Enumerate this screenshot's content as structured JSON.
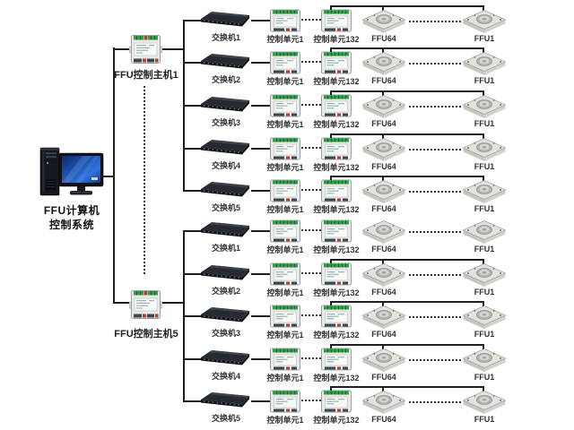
{
  "computer": {
    "icon": "desktop-computer-icon",
    "label_line1": "FFU计算机",
    "label_line2": "控制系统"
  },
  "groups": [
    {
      "host_label": "FFU控制主机1",
      "rows": [
        {
          "switch_label": "交换机1",
          "unit_first_label": "控制单元1",
          "unit_last_label": "控制单元132",
          "ffu_first_label": "FFU64",
          "ffu_last_label": "FFU1"
        },
        {
          "switch_label": "交换机2",
          "unit_first_label": "控制单元1",
          "unit_last_label": "控制单元132",
          "ffu_first_label": "FFU64",
          "ffu_last_label": "FFU1"
        },
        {
          "switch_label": "交换机3",
          "unit_first_label": "控制单元1",
          "unit_last_label": "控制单元132",
          "ffu_first_label": "FFU64",
          "ffu_last_label": "FFU1"
        },
        {
          "switch_label": "交换机4",
          "unit_first_label": "控制单元1",
          "unit_last_label": "控制单元132",
          "ffu_first_label": "FFU64",
          "ffu_last_label": "FFU1"
        },
        {
          "switch_label": "交换机5",
          "unit_first_label": "控制单元1",
          "unit_last_label": "控制单元132",
          "ffu_first_label": "FFU64",
          "ffu_last_label": "FFU1"
        }
      ]
    },
    {
      "host_label": "FFU控制主机5",
      "rows": [
        {
          "switch_label": "交换机1",
          "unit_first_label": "控制单元1",
          "unit_last_label": "控制单元132",
          "ffu_first_label": "FFU64",
          "ffu_last_label": "FFU1"
        },
        {
          "switch_label": "交换机2",
          "unit_first_label": "控制单元1",
          "unit_last_label": "控制单元132",
          "ffu_first_label": "FFU64",
          "ffu_last_label": "FFU1"
        },
        {
          "switch_label": "交换机3",
          "unit_first_label": "控制单元1",
          "unit_last_label": "控制单元132",
          "ffu_first_label": "FFU64",
          "ffu_last_label": "FFU1"
        },
        {
          "switch_label": "交换机4",
          "unit_first_label": "控制单元1",
          "unit_last_label": "控制单元132",
          "ffu_first_label": "FFU64",
          "ffu_last_label": "FFU1"
        },
        {
          "switch_label": "交换机5",
          "unit_first_label": "控制单元1",
          "unit_last_label": "控制单元132",
          "ffu_first_label": "FFU64",
          "ffu_last_label": "FFU1"
        }
      ]
    }
  ],
  "icons": {
    "computer": "desktop-computer-icon",
    "host": "host-controller-icon",
    "switch": "ethernet-switch-icon",
    "control_unit": "control-unit-icon",
    "ffu": "fan-filter-unit-icon"
  },
  "colors": {
    "background": "#ffffff",
    "line": "#1f1f1f",
    "label_text": "#333333",
    "terminal_green": "#2f9e44",
    "accent_red": "#c0392b",
    "switch_body": "#262a31",
    "device_body": "#e9ebe7",
    "ffu_body": "#e3e3de",
    "screen_blue": "#1e56b8"
  }
}
